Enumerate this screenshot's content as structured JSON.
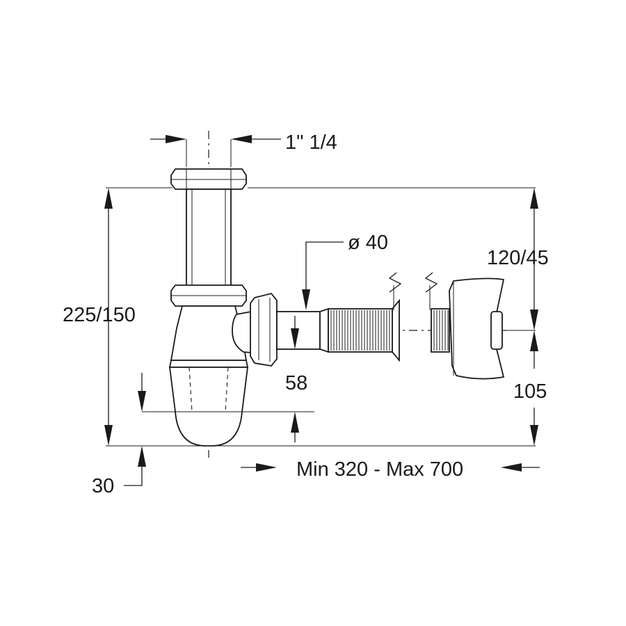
{
  "dimensions": {
    "inlet_thread": "1\" 1/4",
    "outlet_diameter": "ø 40",
    "total_height": "225/150",
    "outlet_height": "120/45",
    "outlet_offset": "58",
    "wall_height": "105",
    "bottom_clearance": "30",
    "length_range": "Min 320 - Max 700"
  }
}
